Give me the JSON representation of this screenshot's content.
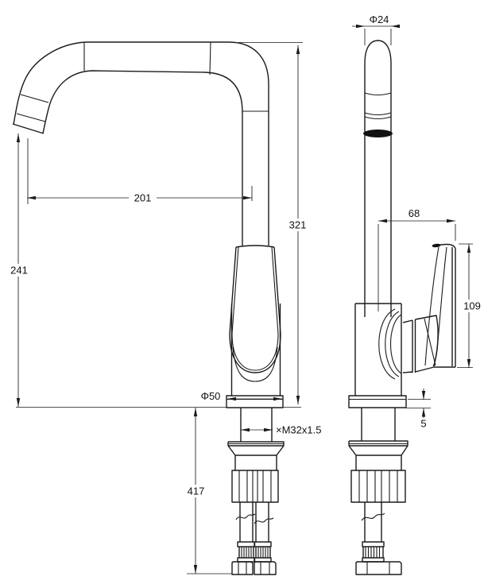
{
  "drawing": {
    "type": "faucet-dimension-drawing",
    "views": {
      "left": "front-view",
      "right": "side-view"
    },
    "units_implied": "mm",
    "dims": {
      "spout_pipe_diameter": "Φ24",
      "spout_reach": "201",
      "spout_height": "321",
      "tip_height": "241",
      "handle_offset": "68",
      "handle_height": "109",
      "base_diameter": "Φ50",
      "thread_spec": "×M32x1.5",
      "hose_length": "417",
      "base_plate_thickness": "5"
    }
  }
}
